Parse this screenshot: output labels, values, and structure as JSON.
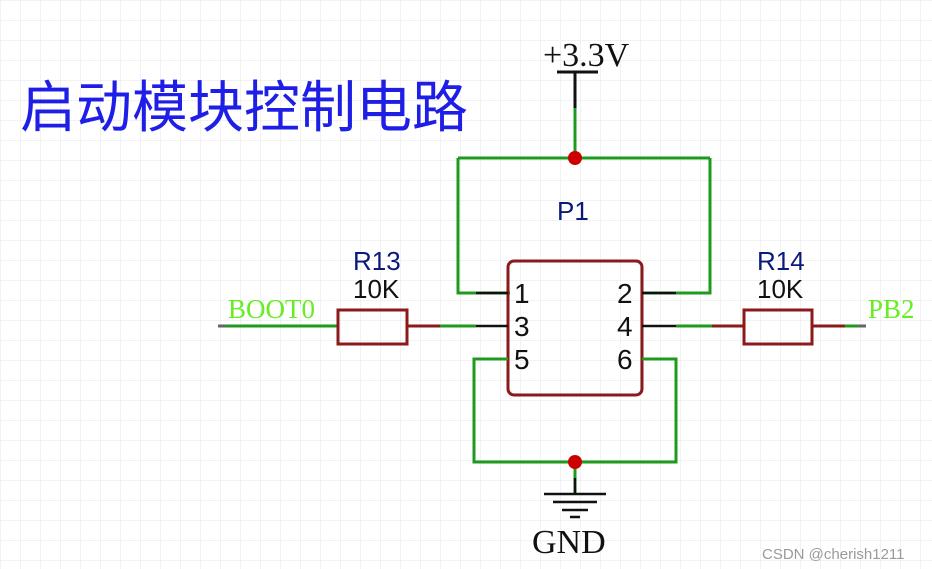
{
  "title": "启动模块控制电路",
  "power": {
    "label": "+3.3V"
  },
  "ground": {
    "label": "GND"
  },
  "connector": {
    "designator": "P1",
    "pins": [
      "1",
      "2",
      "3",
      "4",
      "5",
      "6"
    ]
  },
  "resistors": [
    {
      "designator": "R13",
      "value": "10K"
    },
    {
      "designator": "R14",
      "value": "10K"
    }
  ],
  "nets": {
    "left": "BOOT0",
    "right": "PB2"
  },
  "watermark": "CSDN @cherish1211",
  "colors": {
    "wire": "#1f9a1f",
    "component": "#8b1a1a",
    "junction": "#cc0000",
    "title": "#1e1ee6",
    "net_label": "#66ee22",
    "designator": "#0a1a7a",
    "grid": "#e6e6e6",
    "black": "#111111"
  }
}
